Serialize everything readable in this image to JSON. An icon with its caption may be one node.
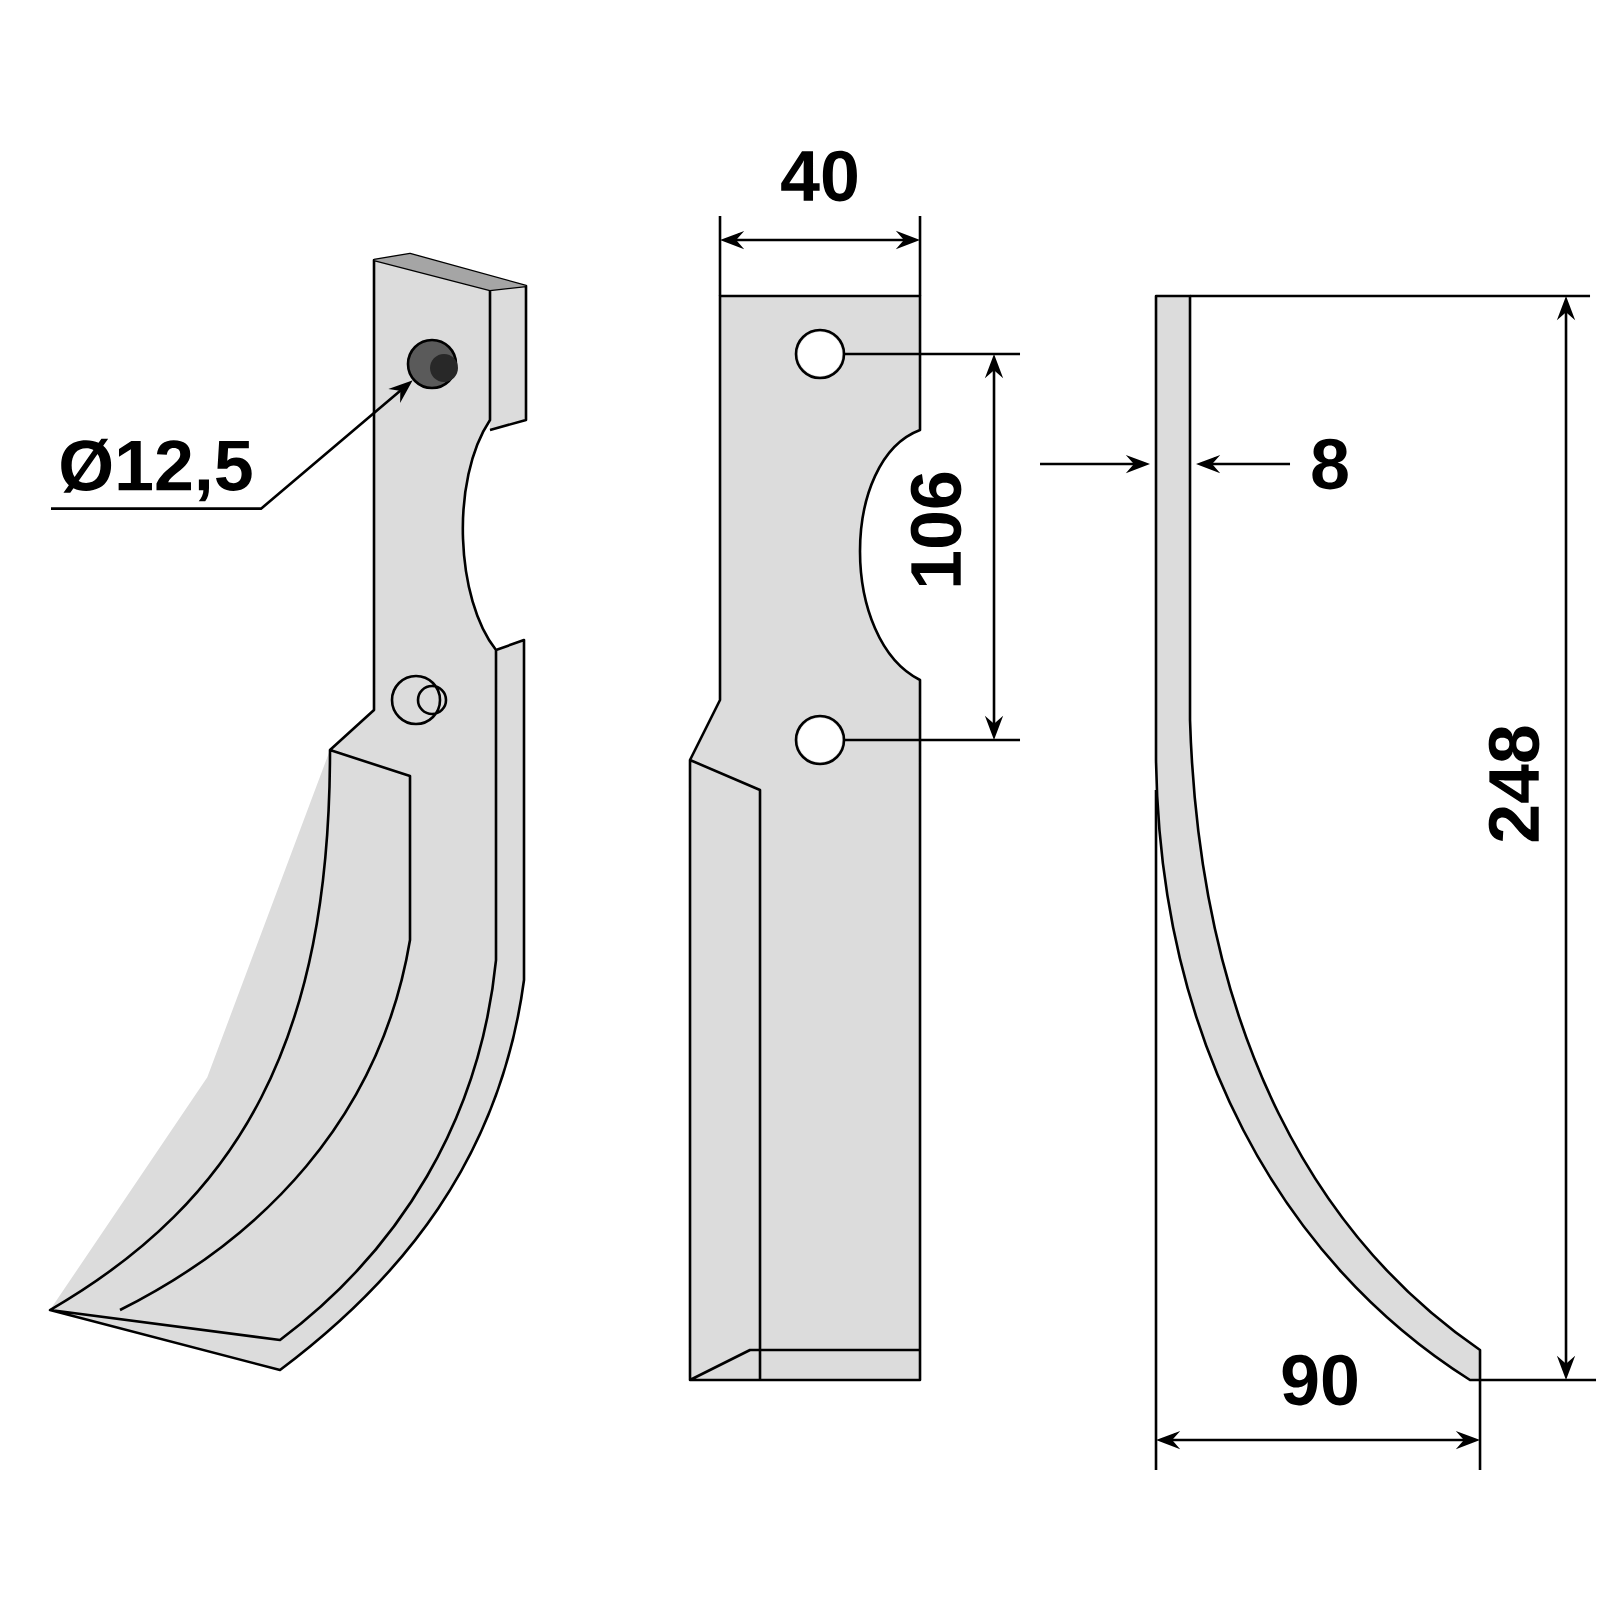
{
  "diagram": {
    "nodes": [
      {
        "text": [
          "Ø12,5"
        ]
      },
      {
        "text": [],
        "shape": "circle"
      }
    ],
    "edges": [
      {
        "from": 0,
        "to": 1,
        "arrow": "to"
      }
    ],
    "labels": [
      "40",
      "106",
      "8",
      "248",
      "90"
    ]
  }
}
